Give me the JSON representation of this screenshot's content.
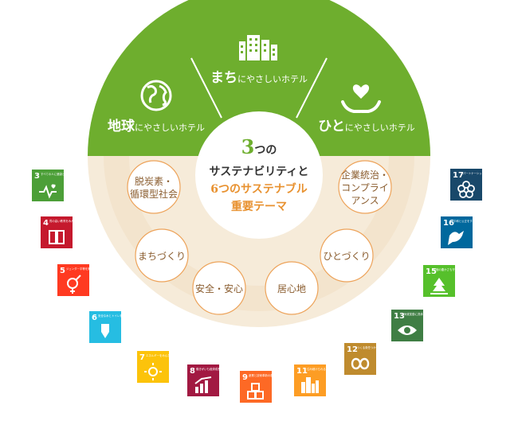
{
  "top_sections": [
    {
      "label_main": "まち",
      "label_sub": "にやさしいホテル",
      "icon": "buildings-icon"
    },
    {
      "label_main": "地球",
      "label_sub": "にやさしいホテル",
      "icon": "globe-icon"
    },
    {
      "label_main": "ひと",
      "label_sub": "にやさしいホテル",
      "icon": "hands-heart-icon"
    }
  ],
  "center": {
    "line1_num": "3",
    "line1_rest": "つの",
    "line2": "サステナビリティと",
    "line3": "6つのサステナブル",
    "line4": "重要テーマ"
  },
  "themes": [
    {
      "lines": [
        "脱炭素・",
        "循環型社会"
      ]
    },
    {
      "lines": [
        "企業統治・",
        "コンプライ",
        "アンス"
      ]
    },
    {
      "lines": [
        "まちづくり"
      ]
    },
    {
      "lines": [
        "ひとづくり"
      ]
    },
    {
      "lines": [
        "安全・安心"
      ]
    },
    {
      "lines": [
        "居心地"
      ]
    }
  ],
  "sdgs": [
    {
      "number": "3",
      "text": "すべての人に健康と福祉を",
      "color": "#4C9F38",
      "icon": "heartbeat-icon"
    },
    {
      "number": "4",
      "text": "質の高い教育をみんなに",
      "color": "#C5192D",
      "icon": "book-icon"
    },
    {
      "number": "5",
      "text": "ジェンダー平等を実現しよう",
      "color": "#FF3A21",
      "icon": "gender-icon"
    },
    {
      "number": "6",
      "text": "安全な水とトイレを世界中に",
      "color": "#26BDE2",
      "icon": "water-icon"
    },
    {
      "number": "7",
      "text": "エネルギーをみんなにそしてクリーンに",
      "color": "#FCC30B",
      "icon": "sun-icon"
    },
    {
      "number": "8",
      "text": "働きがいも経済成長も",
      "color": "#A21942",
      "icon": "growth-icon"
    },
    {
      "number": "9",
      "text": "産業と技術革新の基盤をつくろう",
      "color": "#FD6925",
      "icon": "cubes-icon"
    },
    {
      "number": "11",
      "text": "住み続けられるまちづくりを",
      "color": "#FD9D24",
      "icon": "city-icon"
    },
    {
      "number": "12",
      "text": "つくる責任つかう責任",
      "color": "#BF8B2E",
      "icon": "infinity-icon"
    },
    {
      "number": "13",
      "text": "気候変動に具体的な対策を",
      "color": "#3F7E44",
      "icon": "eye-icon"
    },
    {
      "number": "15",
      "text": "陸の豊かさも守ろう",
      "color": "#56C02B",
      "icon": "tree-icon"
    },
    {
      "number": "16",
      "text": "平和と公正をすべての人に",
      "color": "#00689D",
      "icon": "dove-icon"
    },
    {
      "number": "17",
      "text": "パートナーシップで目標を達成しよう",
      "color": "#19486A",
      "icon": "flower-icon"
    }
  ],
  "colors": {
    "green": "#6EAE2E",
    "ring_beige": "#F6EBD9",
    "inner_beige": "#F3E4CD",
    "circle_border": "#EDA35A",
    "theme_text": "#8A5C2E",
    "accent_green": "#6EAE2E",
    "accent_orange": "#E8912F"
  }
}
